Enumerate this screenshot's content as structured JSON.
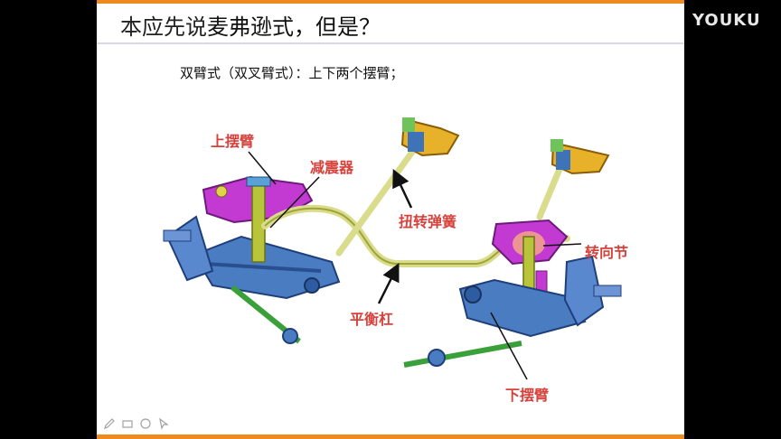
{
  "slide": {
    "title_prefix": "本应先说",
    "title_highlight": "麦弗逊式，但是？",
    "subtitle": "双臂式（双叉臂式）：上下两个摆臂；"
  },
  "labels": {
    "upper_arm": "上摆臂",
    "shock_absorber": "减震器",
    "torsion_spring": "扭转弹簧",
    "knuckle": "转向节",
    "stabilizer_bar": "平衡杠",
    "lower_arm": "下摆臂"
  },
  "watermark": "YOUKU",
  "colors": {
    "accent": "#ef8a1e",
    "label": "#d6413b",
    "arm_magenta": "#c23ad2",
    "frame_blue": "#3f73b8",
    "bar_olive": "#d9dc8a",
    "shaft_green": "#3aa03a"
  },
  "icons": [
    "pen-icon",
    "eraser-icon",
    "highlighter-icon",
    "pointer-icon"
  ]
}
